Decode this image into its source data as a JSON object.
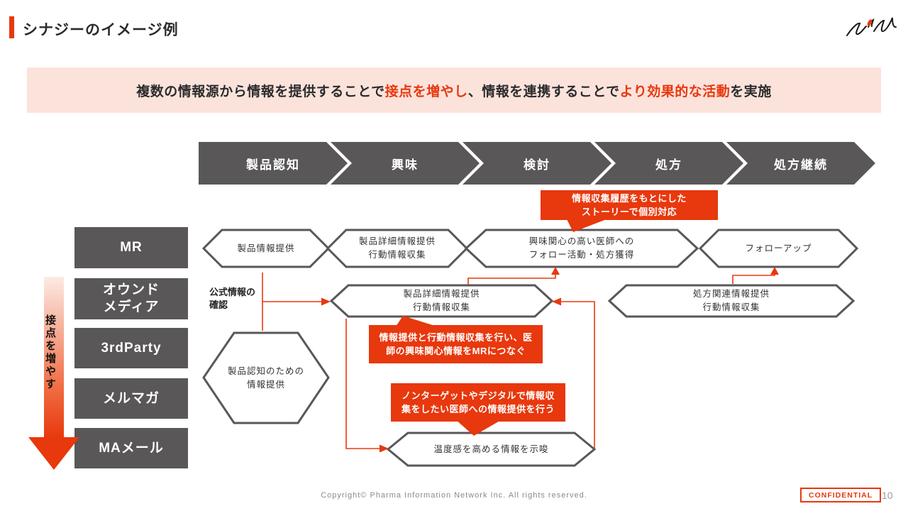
{
  "slide_title": "シナジーのイメージ例",
  "banner": {
    "part1": "複数の情報源から情報を提供することで",
    "highlight1": "接点を増やし",
    "part2": "、情報を連携することで",
    "highlight2": "より効果的な活動",
    "part3": "を実施"
  },
  "funnel_stages": [
    "製品認知",
    "興味",
    "検討",
    "処方",
    "処方継続"
  ],
  "channels": [
    "MR",
    "オウンド\nメディア",
    "3rdParty",
    "メルマガ",
    "MAメール"
  ],
  "axis_label": "接点を増やす",
  "official_info_label": "公式情報の\n確認",
  "hexagons": {
    "mr_1": "製品情報提供",
    "mr_2": "製品詳細情報提供\n行動情報収集",
    "mr_3": "興味関心の高い医師への\nフォロー活動・処方獲得",
    "mr_4": "フォローアップ",
    "owned_1": "製品詳細情報提供\n行動情報収集",
    "owned_2": "処方関連情報提供\n行動情報収集",
    "awareness": "製品認知のための\n情報提供",
    "ma_mail": "温度感を高める情報を示唆"
  },
  "callouts": {
    "history": "情報収集履歴をもとにした\nストーリーで個別対応",
    "handoff": "情報提供と行動情報収集を行い、医\n師の興味関心情報をMRにつなぐ",
    "nontarget": "ノンターゲットやデジタルで情報収\n集をしたい医師への情報提供を行う"
  },
  "footer": {
    "copyright": "Copyright© Pharma Information Network Inc. All rights reserved.",
    "confidential": "CONFIDENTIAL",
    "page_number": "10"
  },
  "colors": {
    "accent": "#E8380D",
    "dark_gray": "#595757",
    "banner_bg": "#FBE3DC"
  }
}
